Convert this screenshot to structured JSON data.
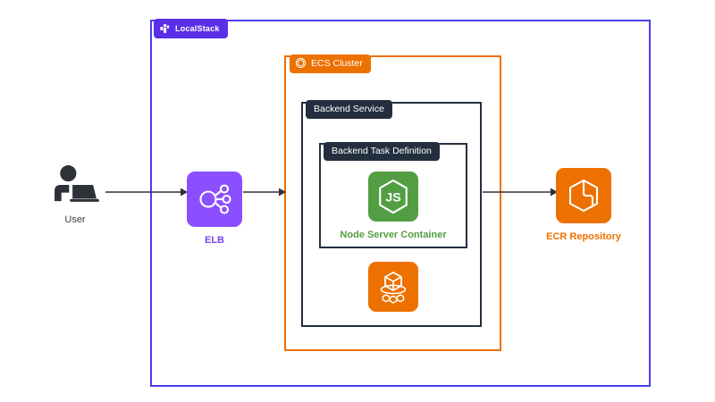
{
  "diagram": {
    "title": "LocalStack ECS architecture",
    "background": "#ffffff"
  },
  "containers": [
    {
      "id": "localstack",
      "label": "LocalStack",
      "icon": "localstack-logo-icon",
      "border_color": "#4b3ff0",
      "badge_color": "#5b2ee8",
      "badge_text_color": "#ffffff"
    },
    {
      "id": "ecs_cluster",
      "label": "ECS Cluster",
      "icon": "ecs-cluster-icon",
      "border_color": "#ed7100",
      "badge_color": "#ed7100",
      "badge_text_color": "#ffffff"
    },
    {
      "id": "backend_service",
      "label": "Backend Service",
      "border_color": "#232f3e",
      "badge_color": "#232f3e",
      "badge_text_color": "#ffffff"
    },
    {
      "id": "backend_task_definition",
      "label": "Backend Task Definition",
      "border_color": "#232f3e",
      "badge_color": "#232f3e",
      "badge_text_color": "#ffffff"
    }
  ],
  "nodes": [
    {
      "id": "user",
      "label": "User",
      "icon": "user-at-laptop-icon",
      "icon_color": "#2e3138",
      "label_color": "#3b3f46"
    },
    {
      "id": "elb",
      "label": "ELB",
      "icon": "load-balancer-icon",
      "tile_color": "#8c4fff",
      "label_color": "#7b3ff2"
    },
    {
      "id": "node_server_container",
      "label": "Node Server Container",
      "icon": "nodejs-logo-icon",
      "tile_color": "#539e43",
      "label_color": "#539e43"
    },
    {
      "id": "ecs_task",
      "label": "",
      "icon": "ecs-service-icon",
      "tile_color": "#ed7100",
      "label_color": "#ed7100"
    },
    {
      "id": "ecr_repository",
      "label": "ECR Repository",
      "icon": "ecr-cube-icon",
      "tile_color": "#ed7100",
      "label_color": "#ed7100"
    }
  ],
  "arrows": [
    {
      "id": "user-to-elb",
      "from": "user",
      "to": "elb",
      "color": "#2e3138"
    },
    {
      "id": "elb-to-ecs-cluster",
      "from": "elb",
      "to": "ecs_cluster",
      "color": "#2e3138"
    },
    {
      "id": "task-to-ecr",
      "from": "backend_service",
      "to": "ecr_repository",
      "color": "#2e3138"
    }
  ]
}
